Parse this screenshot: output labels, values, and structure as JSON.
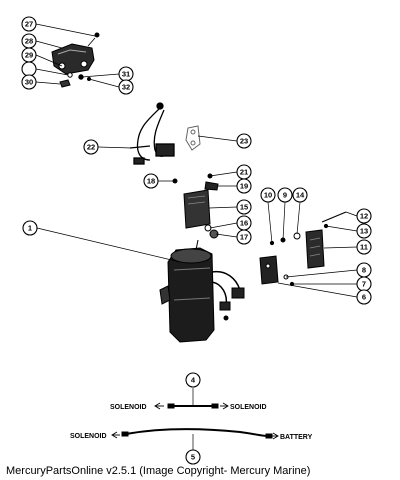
{
  "callouts": [
    {
      "id": "27"
    },
    {
      "id": "28"
    },
    {
      "id": "29"
    },
    {
      "id": "30"
    },
    {
      "id": "31"
    },
    {
      "id": "32"
    },
    {
      "id": "22"
    },
    {
      "id": "23"
    },
    {
      "id": "21"
    },
    {
      "id": "18"
    },
    {
      "id": "19"
    },
    {
      "id": "15"
    },
    {
      "id": "16"
    },
    {
      "id": "17"
    },
    {
      "id": "1"
    },
    {
      "id": "10"
    },
    {
      "id": "9"
    },
    {
      "id": "14"
    },
    {
      "id": "12"
    },
    {
      "id": "13"
    },
    {
      "id": "11"
    },
    {
      "id": "8"
    },
    {
      "id": "7"
    },
    {
      "id": "6"
    },
    {
      "id": "4"
    },
    {
      "id": "5"
    }
  ],
  "wiring": {
    "solenoid_left_top": "SOLENOID",
    "solenoid_right_top": "SOLENOID",
    "solenoid_bottom": "SOLENOID",
    "battery": "BATTERY"
  },
  "footer": {
    "text": "MercuryPartsOnline v2.5.1 (Image Copyright- Mercury Marine)"
  }
}
